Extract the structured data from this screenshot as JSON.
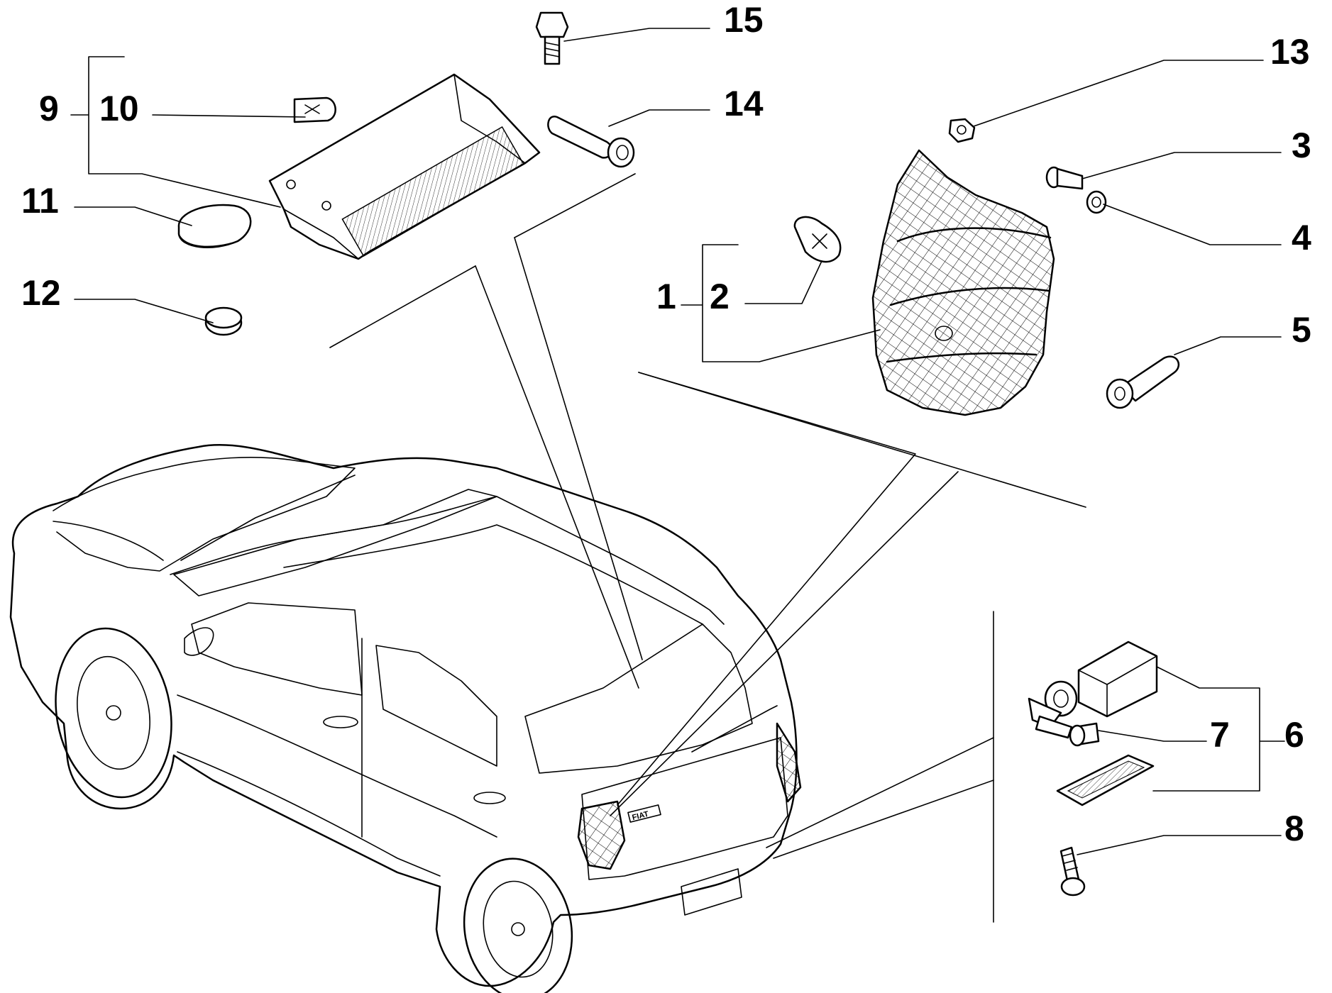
{
  "callouts": {
    "c1": "1",
    "c2": "2",
    "c3": "3",
    "c4": "4",
    "c5": "5",
    "c6": "6",
    "c7": "7",
    "c8": "8",
    "c9": "9",
    "c10": "10",
    "c11": "11",
    "c12": "12",
    "c13": "13",
    "c14": "14",
    "c15": "15"
  },
  "car": {
    "badge": "FIAT"
  }
}
